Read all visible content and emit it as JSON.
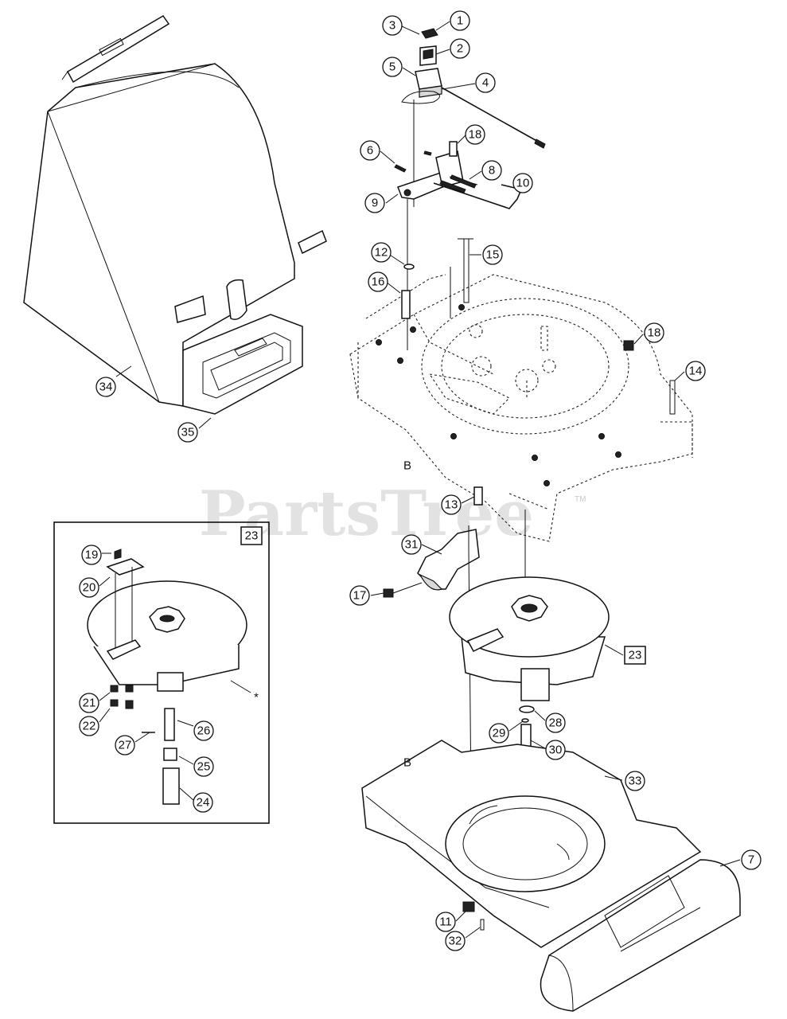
{
  "diagram": {
    "watermark": "PartsTree",
    "watermark_tm": "TM",
    "inset_box_label": "23",
    "asterisk": "*",
    "reference_marks": [
      "B",
      "B"
    ],
    "callouts": [
      "1",
      "2",
      "3",
      "4",
      "5",
      "6",
      "7",
      "8",
      "9",
      "10",
      "11",
      "12",
      "13",
      "14",
      "15",
      "16",
      "17",
      "18",
      "18",
      "19",
      "20",
      "21",
      "22",
      "23",
      "24",
      "25",
      "26",
      "27",
      "28",
      "29",
      "30",
      "31",
      "32",
      "33",
      "34",
      "35"
    ],
    "assembly_box_label": "23"
  }
}
